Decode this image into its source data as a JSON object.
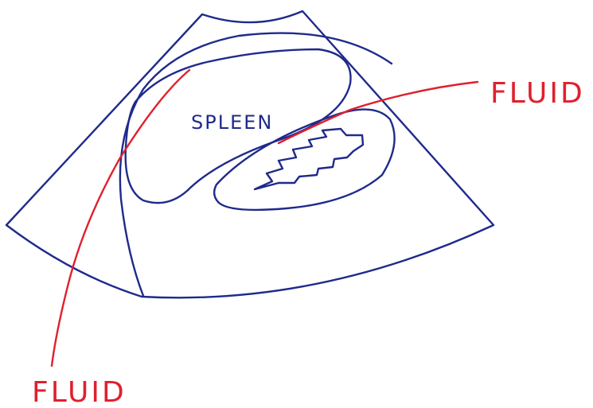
{
  "labels": {
    "spleen": "SPLEEN",
    "fluid_right": "FLUID",
    "fluid_bottom": "FLUID"
  },
  "colors": {
    "outline": "#1f2a8c",
    "fluid": "#e0202e",
    "background": "#ffffff"
  }
}
